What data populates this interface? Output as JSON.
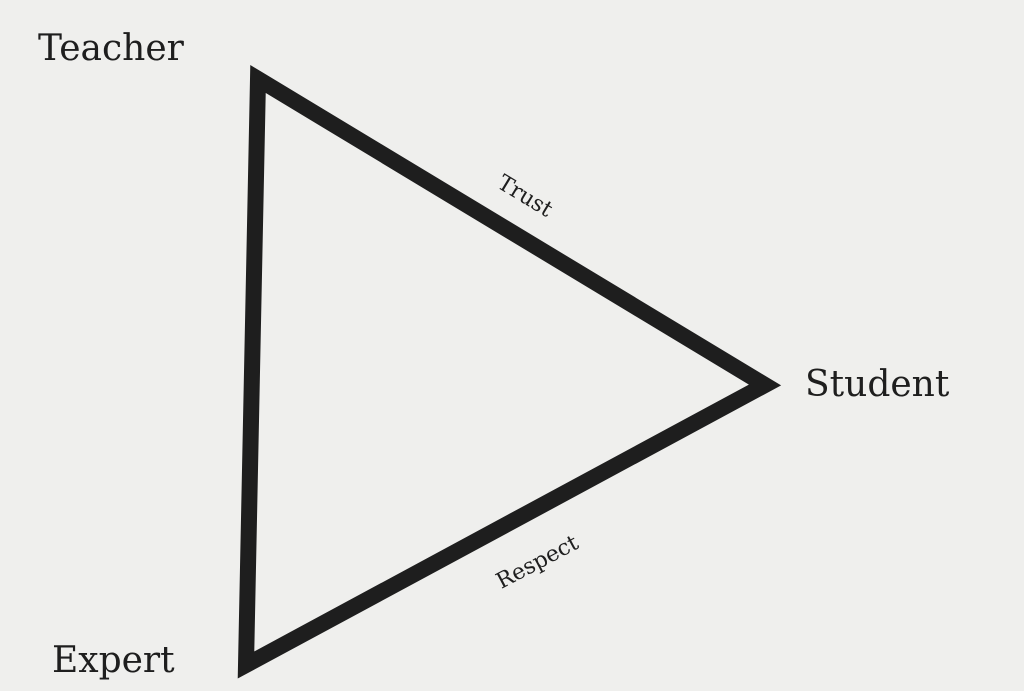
{
  "nodes": {
    "teacher": "Teacher",
    "student": "Student",
    "expert": "Expert"
  },
  "edges": {
    "trust": "Trust",
    "respect": "Respect"
  },
  "colors": {
    "background": "#efefed",
    "stroke": "#1e1e1e"
  }
}
